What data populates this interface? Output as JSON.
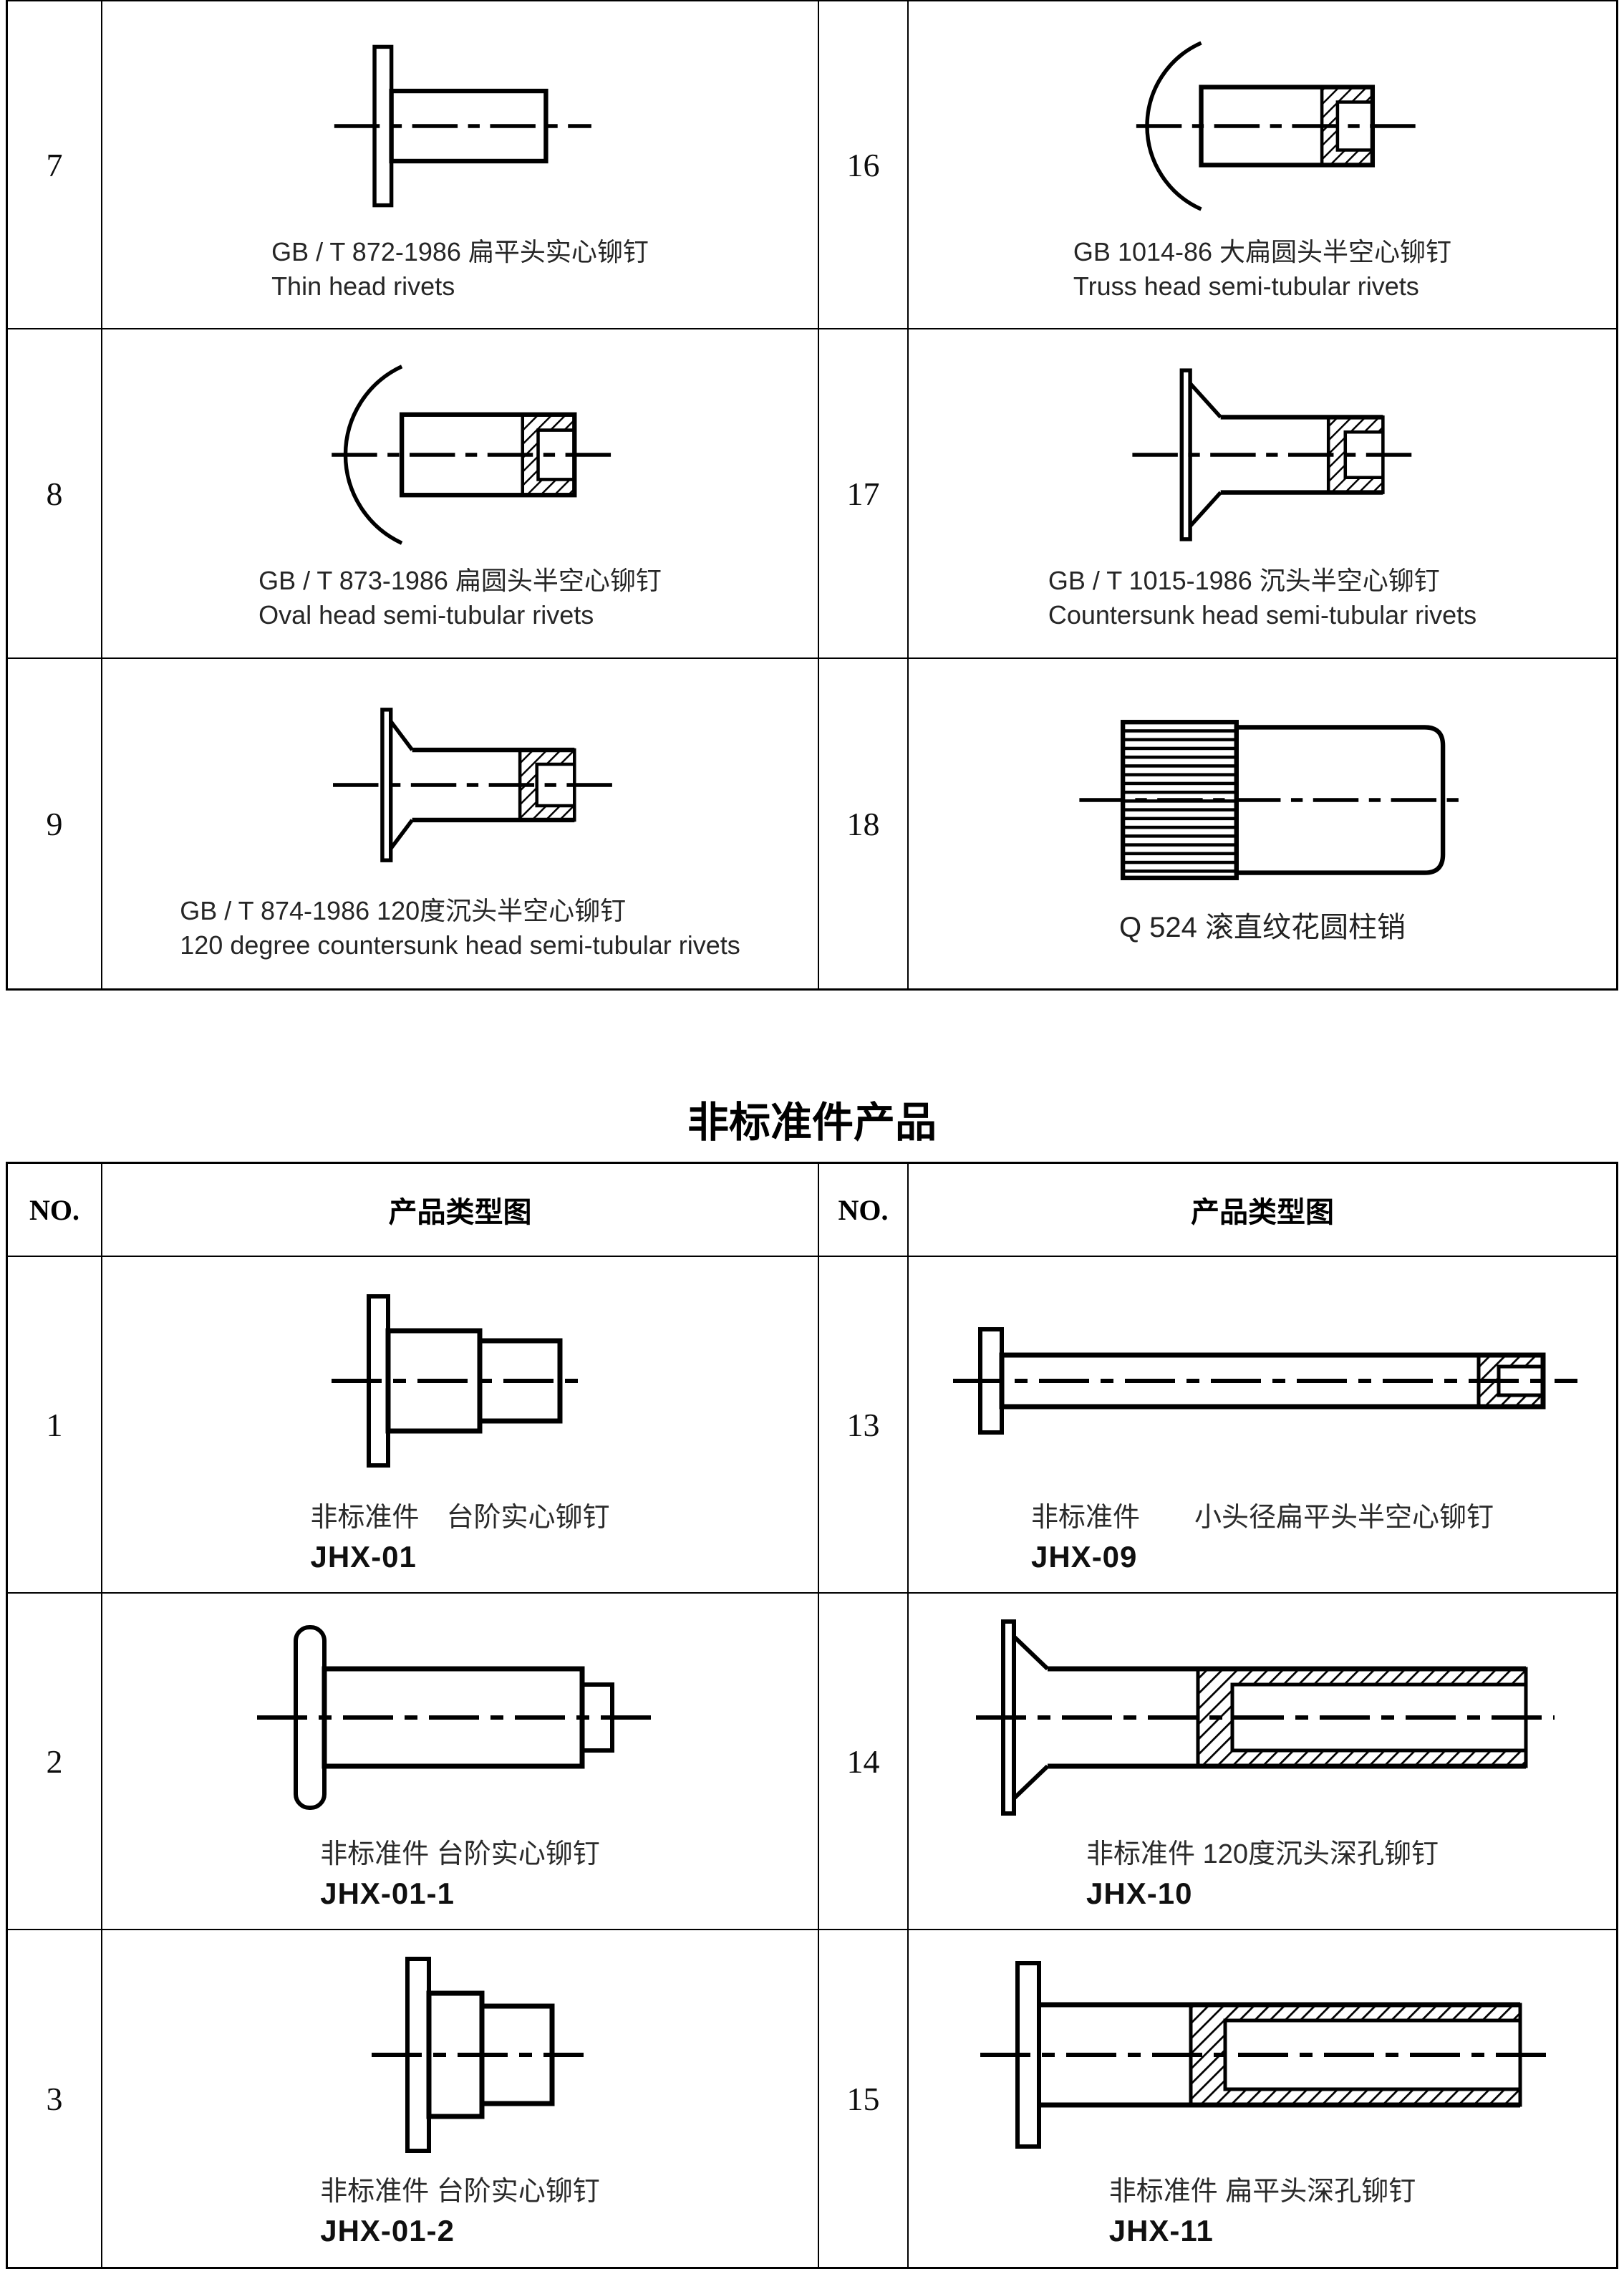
{
  "title": "非标准件产品",
  "standard_table": {
    "rows": [
      {
        "no": "7",
        "caption_zh": "GB / T 872-1986 扁平头实心铆钉",
        "caption_en": "Thin head rivets",
        "drawing": "thin-head-solid-rivet"
      },
      {
        "no": "16",
        "caption_zh": "GB 1014-86 大扁圆头半空心铆钉",
        "caption_en": "Truss head semi-tubular rivets",
        "drawing": "truss-head-semi-tubular-rivet"
      },
      {
        "no": "8",
        "caption_zh": "GB / T 873-1986 扁圆头半空心铆钉",
        "caption_en": "Oval head semi-tubular rivets",
        "drawing": "oval-head-semi-tubular-rivet"
      },
      {
        "no": "17",
        "caption_zh": "GB / T 1015-1986 沉头半空心铆钉",
        "caption_en": "Countersunk head semi-tubular rivets",
        "drawing": "countersunk-head-semi-tubular-rivet"
      },
      {
        "no": "9",
        "caption_zh": "GB / T 874-1986 120度沉头半空心铆钉",
        "caption_en": "120 degree countersunk head semi-tubular rivets",
        "drawing": "countersunk-120-head-semi-tubular-rivet"
      },
      {
        "no": "18",
        "caption_zh": "Q 524 滚直纹花圆柱销",
        "caption_en": "",
        "drawing": "straight-knurled-cylindrical-pin"
      }
    ]
  },
  "nonstandard_table": {
    "headers": {
      "no_left": "NO.",
      "img_left": "产品类型图",
      "no_right": "NO.",
      "img_right": "产品类型图"
    },
    "rows": [
      {
        "no": "1",
        "caption": "非标准件　台阶实心铆钉",
        "code": "JHX-01",
        "drawing": "stepped-solid-rivet"
      },
      {
        "no": "13",
        "caption": "非标准件　　小头径扁平头半空心铆钉",
        "code": "JHX-09",
        "drawing": "small-head-flat-semi-tubular-rivet"
      },
      {
        "no": "2",
        "caption": "非标准件 台阶实心铆钉",
        "code": "JHX-01-1",
        "drawing": "stepped-solid-rivet-oval-head"
      },
      {
        "no": "14",
        "caption": "非标准件 120度沉头深孔铆钉",
        "code": "JHX-10",
        "drawing": "countersunk-120-deep-hole-rivet"
      },
      {
        "no": "3",
        "caption": "非标准件 台阶实心铆钉",
        "code": "JHX-01-2",
        "drawing": "stepped-solid-rivet-short"
      },
      {
        "no": "15",
        "caption": "非标准件 扁平头深孔铆钉",
        "code": "JHX-11",
        "drawing": "flat-head-deep-hole-rivet"
      }
    ]
  }
}
